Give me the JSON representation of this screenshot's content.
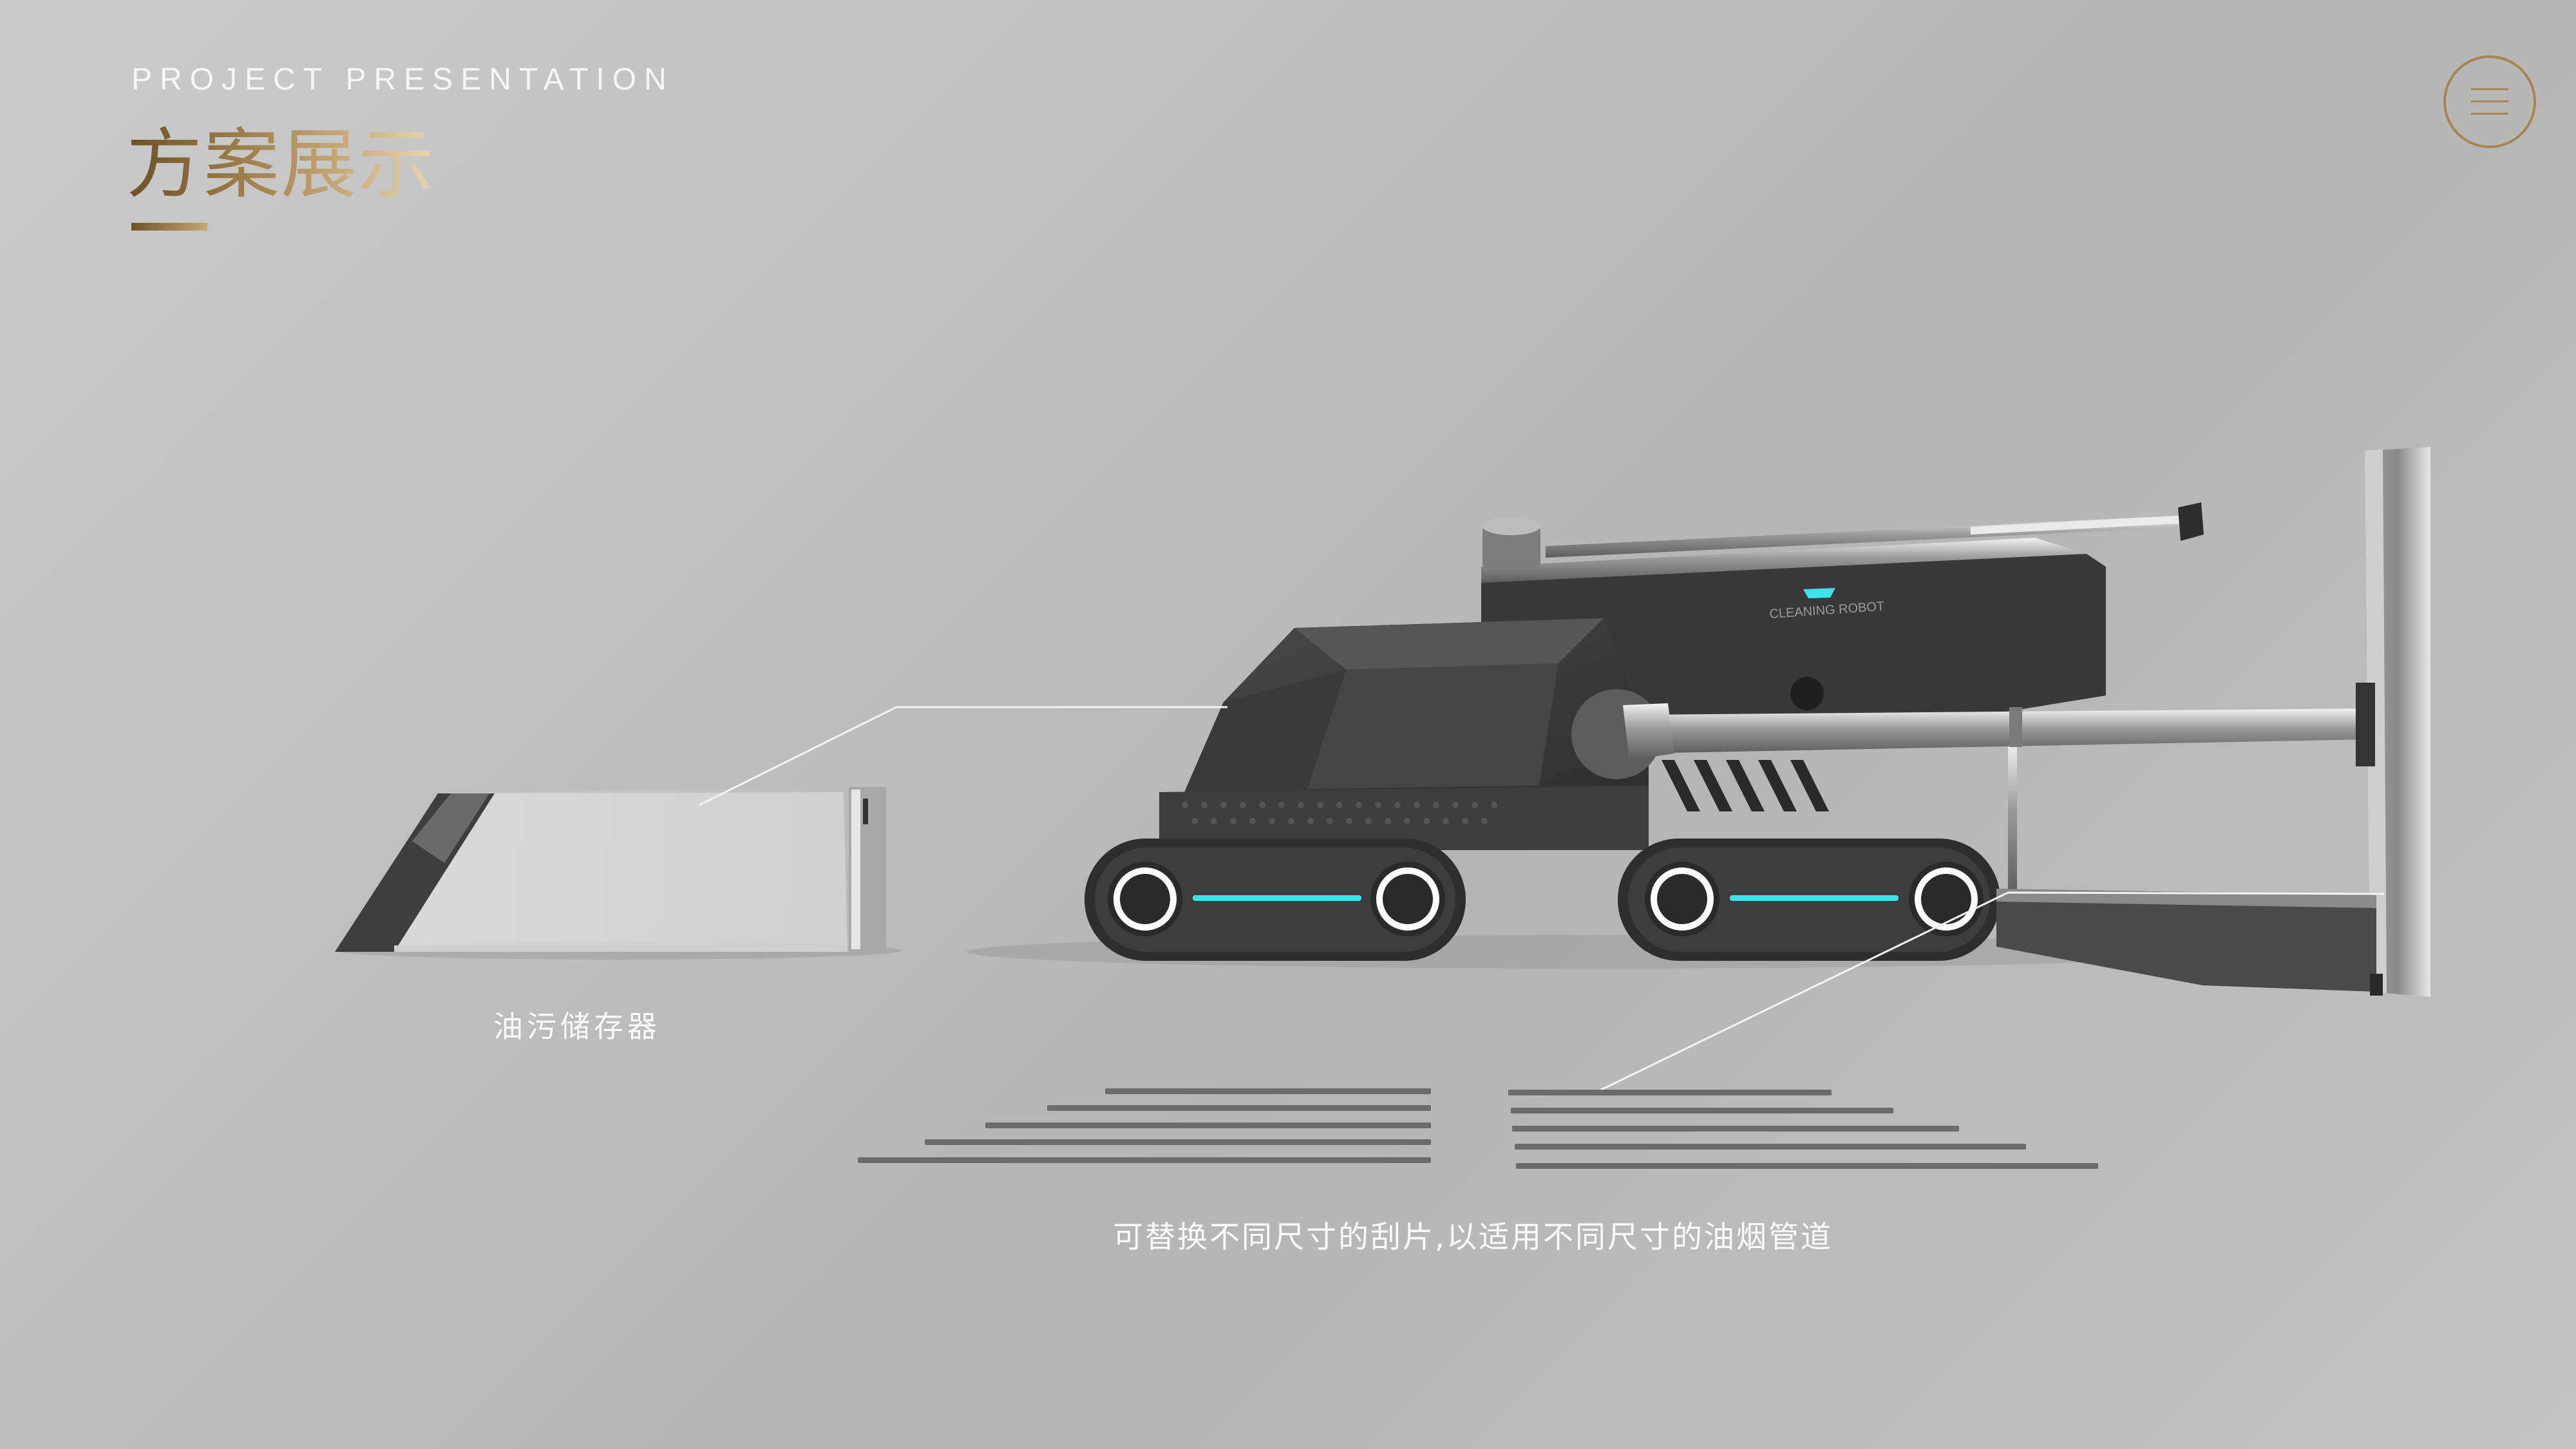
{
  "header": {
    "subtitle": "PROJECT PRESENTATION",
    "title": "方案展示",
    "accent_color": "#a78452"
  },
  "menu": {
    "icon": "hamburger-menu-icon"
  },
  "robot": {
    "label": "CLEANING ROBOT",
    "light_color": "#3ee0ea"
  },
  "captions": {
    "storage": "油污储存器",
    "blades": "可替换不同尺寸的刮片,以适用不同尺寸的油烟管道"
  }
}
